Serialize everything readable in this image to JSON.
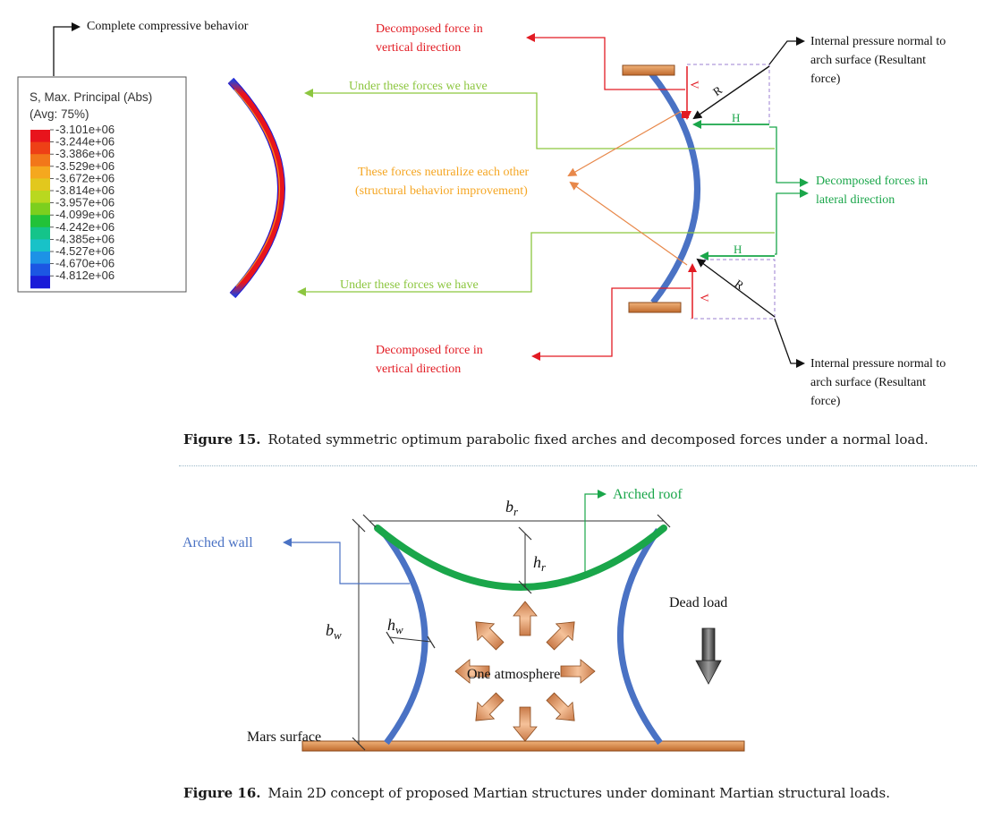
{
  "fig15": {
    "caption_label": "Figure 15.",
    "caption_text": "Rotated symmetric optimum parabolic fixed arches and decomposed forces under a normal load.",
    "complete_compressive": "Complete compressive behavior",
    "legend": {
      "title1": "S, Max. Principal (Abs)",
      "title2": "(Avg: 75%)",
      "values": [
        "-3.101e+06",
        "-3.244e+06",
        "-3.386e+06",
        "-3.529e+06",
        "-3.672e+06",
        "-3.814e+06",
        "-3.957e+06",
        "-4.099e+06",
        "-4.242e+06",
        "-4.385e+06",
        "-4.527e+06",
        "-4.670e+06",
        "-4.812e+06"
      ],
      "colors": [
        "#e8141c",
        "#ee4016",
        "#f2771a",
        "#f5a81e",
        "#e2c81d",
        "#b9d81f",
        "#7ccf1e",
        "#22c239",
        "#14c48a",
        "#18c2c8",
        "#1d92e6",
        "#1c56e3",
        "#1a1bd8"
      ]
    },
    "vertical_force_l1": "Decomposed force in",
    "vertical_force_l2": "vertical direction",
    "under_forces_top": "Under these forces we have",
    "under_forces_bottom": "Under these forces we have",
    "neutralize_l1": "These forces neutralize each other",
    "neutralize_l2": "(structural behavior improvement)",
    "lateral_l1": "Decomposed forces in",
    "lateral_l2": "lateral direction",
    "internal_l1": "Internal pressure normal to",
    "internal_l2": "arch surface (Resultant",
    "internal_l3": "force)",
    "internal2_l1": "Internal pressure normal to",
    "internal2_l2": "arch surface (Resultant",
    "internal2_l3": "force)",
    "sym_V": "V",
    "sym_R": "R",
    "sym_H": "H"
  },
  "fig16": {
    "caption_label": "Figure 16.",
    "caption_text": "Main 2D concept of proposed Martian structures under dominant Martian structural loads.",
    "arched_roof": "Arched roof",
    "arched_wall": "Arched wall",
    "dead_load": "Dead load",
    "one_atmosphere": "One atmosphere",
    "mars_surface": "Mars surface",
    "b": "b",
    "h": "h",
    "sub_r": "r",
    "sub_w": "w"
  },
  "colors": {
    "red": "#e21b23",
    "green_light": "#8cc63f",
    "green": "#1aa64a",
    "orange_text": "#f5a623",
    "orange_arrow": "#e8884a",
    "blue_arch": "#4a72c4",
    "copper": "#d98b4a",
    "roof_green": "#1aa64a"
  }
}
